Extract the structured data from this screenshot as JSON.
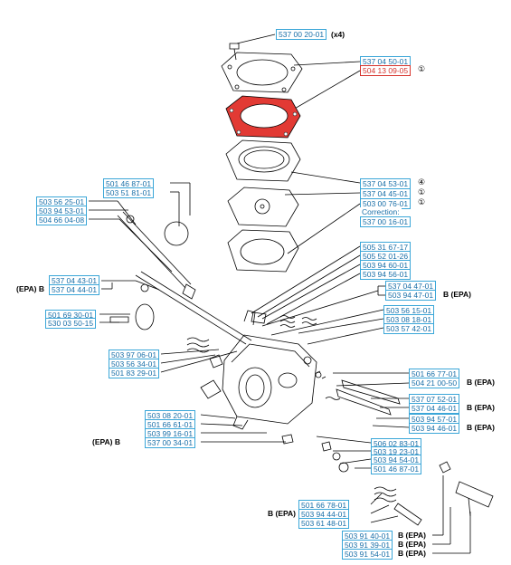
{
  "parts": [
    {
      "id": "p1",
      "num": "537 00 20-01"
    },
    {
      "id": "p2",
      "num": "537 04 50-01"
    },
    {
      "id": "p3",
      "num": "504 13 09-05"
    },
    {
      "id": "p4",
      "num": "537 04 53-01"
    },
    {
      "id": "p5",
      "num": "537 04 45-01"
    },
    {
      "id": "p6",
      "num": "503 00 76-01"
    },
    {
      "id": "p7",
      "num": "537 00 16-01"
    },
    {
      "id": "p8",
      "num": "501 46 87-01"
    },
    {
      "id": "p9",
      "num": "503 51 81-01"
    },
    {
      "id": "p10",
      "num": "503 56 25-01"
    },
    {
      "id": "p11",
      "num": "503 94 53-01"
    },
    {
      "id": "p12",
      "num": "504 66 04-08"
    },
    {
      "id": "p13",
      "num": "505 31 67-17"
    },
    {
      "id": "p14",
      "num": "505 52 01-26"
    },
    {
      "id": "p15",
      "num": "503 94 60-01"
    },
    {
      "id": "p16",
      "num": "503 94 56-01"
    },
    {
      "id": "p17",
      "num": "537 04 47-01"
    },
    {
      "id": "p18",
      "num": "503 94 47-01"
    },
    {
      "id": "p19",
      "num": "537 04 43-01"
    },
    {
      "id": "p20",
      "num": "537 04 44-01"
    },
    {
      "id": "p21",
      "num": "503 56 15-01"
    },
    {
      "id": "p22",
      "num": "501 69 30-01"
    },
    {
      "id": "p23",
      "num": "530 03 50-15"
    },
    {
      "id": "p24",
      "num": "503 08 18-01"
    },
    {
      "id": "p25",
      "num": "503 57 42-01"
    },
    {
      "id": "p26",
      "num": "503 97 06-01"
    },
    {
      "id": "p27",
      "num": "503 56 34-01"
    },
    {
      "id": "p28",
      "num": "501 83 29-01"
    },
    {
      "id": "p29",
      "num": "501 66 77-01"
    },
    {
      "id": "p30",
      "num": "504 21 00-50"
    },
    {
      "id": "p31",
      "num": "537 07 52-01"
    },
    {
      "id": "p32",
      "num": "537 04 46-01"
    },
    {
      "id": "p33",
      "num": "503 94 57-01"
    },
    {
      "id": "p34",
      "num": "503 94 46-01"
    },
    {
      "id": "p35",
      "num": "503 08 20-01"
    },
    {
      "id": "p36",
      "num": "501 66 61-01"
    },
    {
      "id": "p37",
      "num": "503 99 16-01"
    },
    {
      "id": "p38",
      "num": "537 00 34-01"
    },
    {
      "id": "p39",
      "num": "506 02 83-01"
    },
    {
      "id": "p40",
      "num": "503 19 23-01"
    },
    {
      "id": "p41",
      "num": "503 94 54-01"
    },
    {
      "id": "p42",
      "num": "501 46 87-01"
    },
    {
      "id": "p43",
      "num": "501 66 78-01"
    },
    {
      "id": "p44",
      "num": "503 94 44-01"
    },
    {
      "id": "p45",
      "num": "503 61 48-01"
    },
    {
      "id": "p46",
      "num": "503 91 40-01"
    },
    {
      "id": "p47",
      "num": "503 91 39-01"
    },
    {
      "id": "p48",
      "num": "503 91 54-01"
    }
  ],
  "notes": {
    "x4": "(x4)",
    "circle1": "①",
    "circle4": "④",
    "correction": "Correction:",
    "epa_b": "(EPA) B",
    "b_epa": "B (EPA)"
  },
  "colors": {
    "label_border": "#3aa6d8",
    "label_text": "#1a6fa8",
    "highlight": "#d6322c",
    "line": "#000000"
  }
}
